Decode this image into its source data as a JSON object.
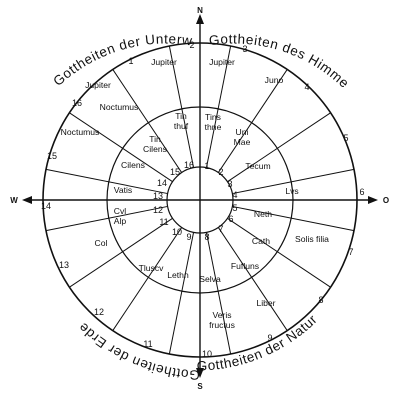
{
  "cardinals": {
    "north": "N",
    "south": "S",
    "west": "W",
    "east": "O"
  },
  "region_titles": {
    "top_left": "Gottheiten der Unterwelt",
    "top_right": "Gottheiten des Himmels",
    "bottom_left": "Gottheiten der Erde",
    "bottom_right": "Gottheiten der Natur"
  },
  "outer_numbers": [
    "1",
    "2",
    "3",
    "4",
    "5",
    "6",
    "7",
    "8",
    "9",
    "10",
    "11",
    "12",
    "13",
    "14",
    "15",
    "16"
  ],
  "inner_numbers": [
    "1",
    "2",
    "3",
    "4",
    "5",
    "6",
    "7",
    "8",
    "9",
    "10",
    "11",
    "12",
    "13",
    "14",
    "15",
    "16"
  ],
  "outer_deities": [
    "Jupiter",
    "Jupiter",
    "Juno",
    "Noctumus",
    "Noctumus",
    "Lvs",
    "Solis filia",
    "Liber",
    "Veris\nfructus",
    "Tluscv",
    "Col"
  ],
  "inner_deities": [
    "Tins\nthne",
    "Tin\nthuf",
    "Tin\nCilens",
    "Uni\nMae",
    "Tecum",
    "Cilens",
    "Vatis",
    "Neth",
    "Cvl\nAlp",
    "Cath",
    "Fufluns",
    "Selva",
    "Lethn"
  ]
}
